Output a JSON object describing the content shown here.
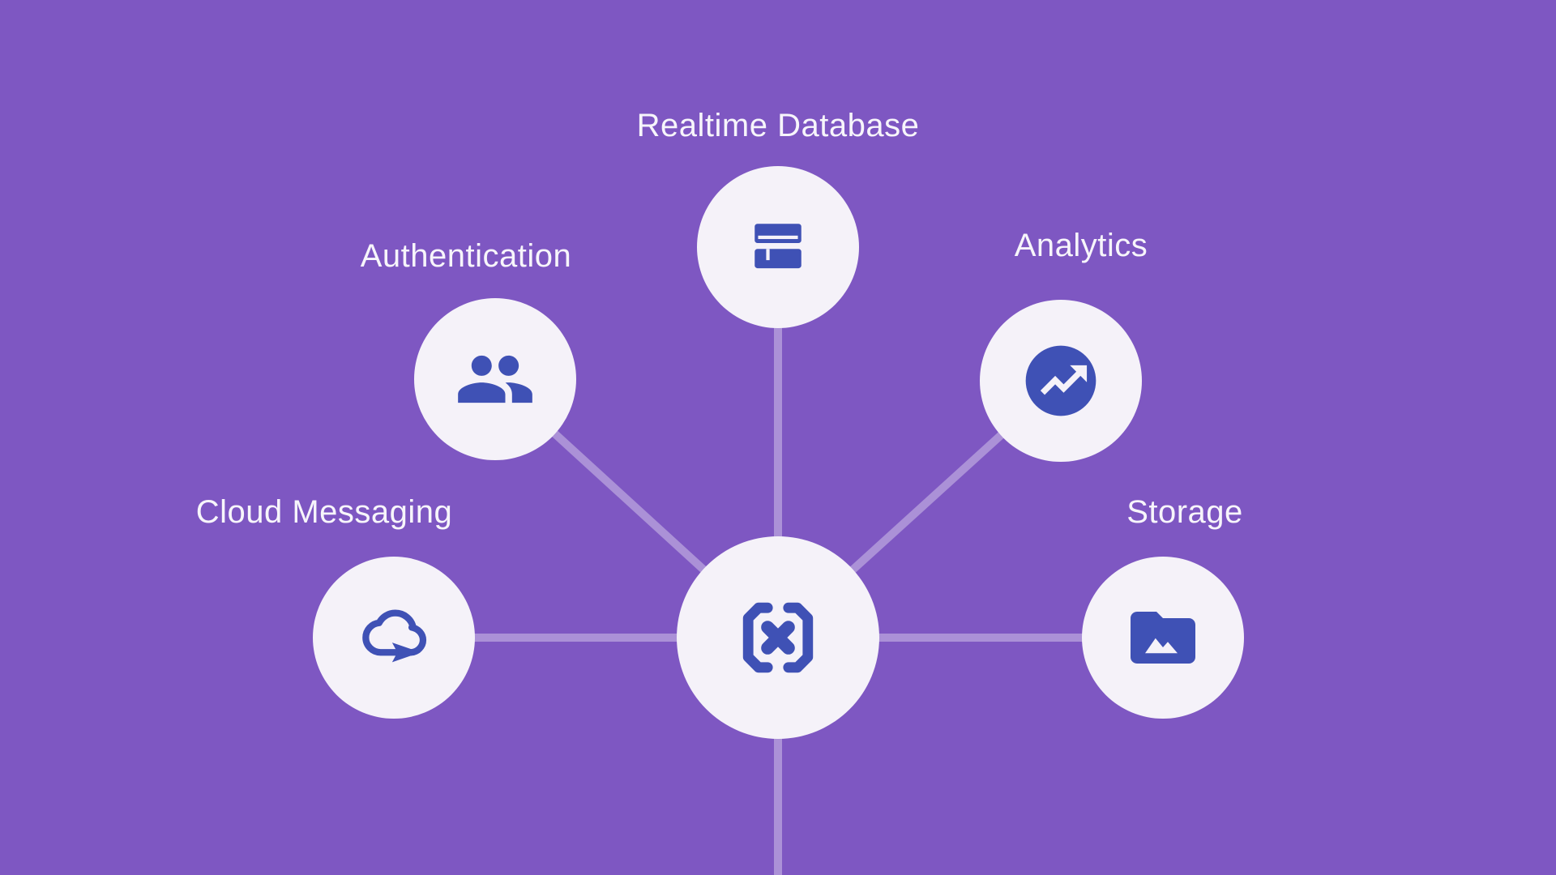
{
  "diagram": {
    "type": "hub-and-spoke",
    "colors": {
      "background": "#7e57c2",
      "circle_fill": "#f5f2f9",
      "icon_indigo": "#3f51b5",
      "connector": "rgba(255,255,255,0.35)",
      "label_text": "#f7f5fb"
    },
    "hub": {
      "label": "",
      "icon": "code-brackets-x-icon"
    },
    "nodes": [
      {
        "id": "realtime-database",
        "label": "Realtime Database",
        "icon": "database-icon"
      },
      {
        "id": "authentication",
        "label": "Authentication",
        "icon": "people-icon"
      },
      {
        "id": "analytics",
        "label": "Analytics",
        "icon": "trending-up-circle-icon"
      },
      {
        "id": "cloud-messaging",
        "label": "Cloud Messaging",
        "icon": "cloud-send-icon"
      },
      {
        "id": "storage",
        "label": "Storage",
        "icon": "folder-image-icon"
      }
    ]
  }
}
